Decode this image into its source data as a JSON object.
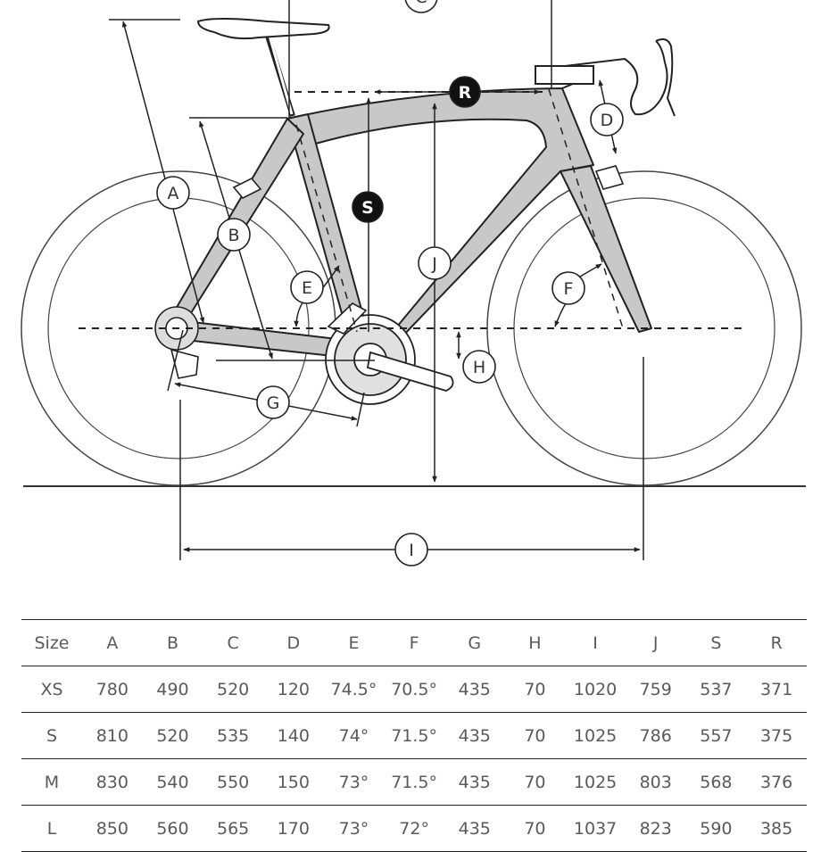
{
  "diagram": {
    "markers": [
      {
        "id": "A",
        "letter": "A",
        "style": "outline"
      },
      {
        "id": "B",
        "letter": "B",
        "style": "outline"
      },
      {
        "id": "D",
        "letter": "D",
        "style": "outline"
      },
      {
        "id": "E",
        "letter": "E",
        "style": "outline"
      },
      {
        "id": "F",
        "letter": "F",
        "style": "outline"
      },
      {
        "id": "G",
        "letter": "G",
        "style": "outline"
      },
      {
        "id": "H",
        "letter": "H",
        "style": "outline"
      },
      {
        "id": "I",
        "letter": "I",
        "style": "outline"
      },
      {
        "id": "J",
        "letter": "J",
        "style": "outline"
      },
      {
        "id": "C",
        "letter": "C",
        "style": "outline"
      },
      {
        "id": "S",
        "letter": "S",
        "style": "filled"
      },
      {
        "id": "R",
        "letter": "R",
        "style": "filled"
      }
    ],
    "colors": {
      "frame_fill": "#c8c8c8",
      "line": "#333333",
      "marker_filled": "#111111"
    }
  },
  "table": {
    "headers": [
      "Size",
      "A",
      "B",
      "C",
      "D",
      "E",
      "F",
      "G",
      "H",
      "I",
      "J",
      "S",
      "R"
    ],
    "rows": [
      [
        "XS",
        "780",
        "490",
        "520",
        "120",
        "74.5°",
        "70.5°",
        "435",
        "70",
        "1020",
        "759",
        "537",
        "371"
      ],
      [
        "S",
        "810",
        "520",
        "535",
        "140",
        "74°",
        "71.5°",
        "435",
        "70",
        "1025",
        "786",
        "557",
        "375"
      ],
      [
        "M",
        "830",
        "540",
        "550",
        "150",
        "73°",
        "71.5°",
        "435",
        "70",
        "1025",
        "803",
        "568",
        "376"
      ],
      [
        "L",
        "850",
        "560",
        "565",
        "170",
        "73°",
        "72°",
        "435",
        "70",
        "1037",
        "823",
        "590",
        "385"
      ]
    ]
  }
}
